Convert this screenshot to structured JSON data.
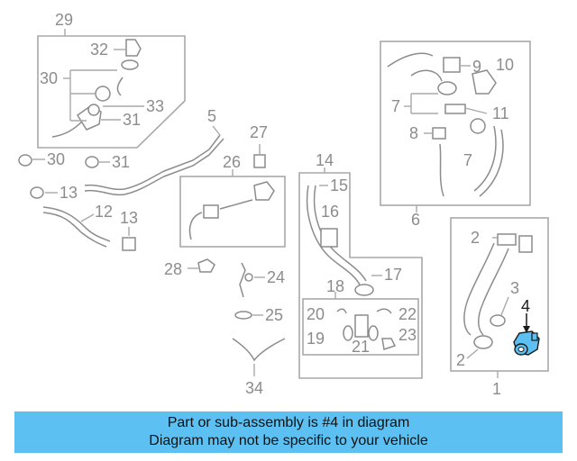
{
  "diagram": {
    "callouts": {
      "c1": "1",
      "c2a": "2",
      "c2b": "2",
      "c3": "3",
      "c4": "4",
      "c5": "5",
      "c6": "6",
      "c7a": "7",
      "c7b": "7",
      "c8": "8",
      "c9": "9",
      "c10": "10",
      "c11": "11",
      "c12": "12",
      "c13a": "13",
      "c13b": "13",
      "c14": "14",
      "c15": "15",
      "c16": "16",
      "c17": "17",
      "c18": "18",
      "c19": "19",
      "c20": "20",
      "c21": "21",
      "c22": "22",
      "c23": "23",
      "c24": "24",
      "c25": "25",
      "c26": "26",
      "c27": "27",
      "c28": "28",
      "c29": "29",
      "c30a": "30",
      "c30b": "30",
      "c31a": "31",
      "c31b": "31",
      "c32": "32",
      "c33": "33",
      "c34": "34"
    },
    "highlight_color": "#5cc1f2"
  },
  "banner": {
    "line1": "Part or sub-assembly is #4 in diagram",
    "line2": "Diagram may not be specific to your vehicle",
    "color": "#5cc1f2"
  }
}
